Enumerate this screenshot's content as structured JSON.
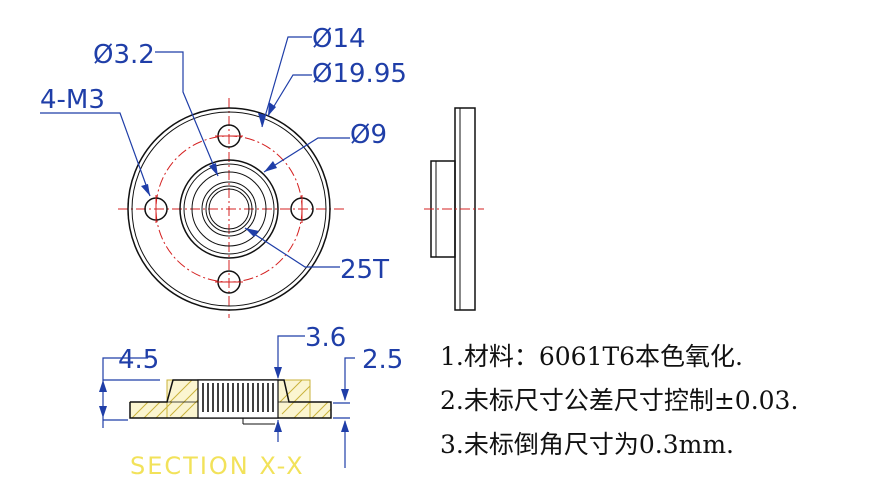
{
  "dimensions": {
    "thread": "4-M3",
    "hole_dia": "Ø3.2",
    "dia_14": "Ø14",
    "dia_19_95": "Ø19.95",
    "dia_9": "Ø9",
    "teeth": "25T",
    "height_3_6": "3.6",
    "height_4_5": "4.5",
    "height_2_5": "2.5"
  },
  "section_label": "SECTION X-X",
  "notes": [
    "1.材料：6061T6本色氧化.",
    "2.未标尺寸公差尺寸控制±0.03.",
    "3.未标倒角尺寸为0.3mm."
  ],
  "colors": {
    "outline": "#111111",
    "dimension": "#1f3ea8",
    "centerline": "#d42020",
    "hatch": "#e8d24a",
    "section_text": "#f2e25a"
  }
}
